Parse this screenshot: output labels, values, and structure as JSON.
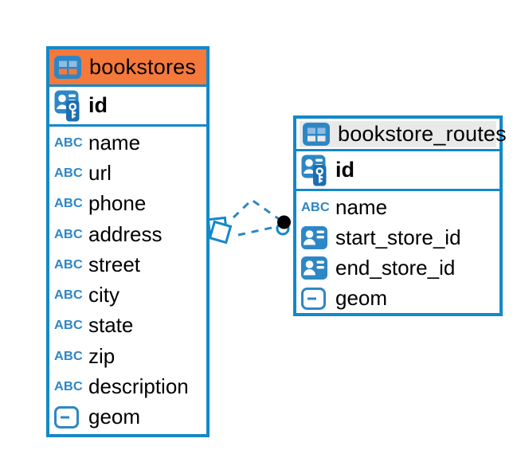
{
  "colors": {
    "table_border": "#1488C9",
    "bookstores_header_bg": "#F5793B",
    "routes_header_bg": "#E9E9EA",
    "icon_blue": "#2E87C5",
    "key_overlay_blue": "#1C6FB0",
    "icon_cell_light_blue": "#8FBCE2",
    "connector_blue": "#2E87C5",
    "text": "#000000"
  },
  "tables": [
    {
      "name": "bookstores",
      "icon": "table-icon",
      "primary_key": "id",
      "columns": [
        {
          "name": "name",
          "type": "text",
          "icon": "abc-text-icon"
        },
        {
          "name": "url",
          "type": "text",
          "icon": "abc-text-icon"
        },
        {
          "name": "phone",
          "type": "text",
          "icon": "abc-text-icon"
        },
        {
          "name": "address",
          "type": "text",
          "icon": "abc-text-icon"
        },
        {
          "name": "street",
          "type": "text",
          "icon": "abc-text-icon"
        },
        {
          "name": "city",
          "type": "text",
          "icon": "abc-text-icon"
        },
        {
          "name": "state",
          "type": "text",
          "icon": "abc-text-icon"
        },
        {
          "name": "zip",
          "type": "text",
          "icon": "abc-text-icon"
        },
        {
          "name": "description",
          "type": "text",
          "icon": "abc-text-icon"
        },
        {
          "name": "geom",
          "type": "geometry",
          "icon": "geometry-icon"
        }
      ]
    },
    {
      "name": "bookstore_routes",
      "icon": "table-icon",
      "primary_key": "id",
      "columns": [
        {
          "name": "name",
          "type": "text",
          "icon": "abc-text-icon"
        },
        {
          "name": "start_store_id",
          "type": "reference",
          "icon": "person-ref-icon"
        },
        {
          "name": "end_store_id",
          "type": "reference",
          "icon": "person-ref-icon"
        },
        {
          "name": "geom",
          "type": "geometry",
          "icon": "geometry-icon"
        }
      ]
    }
  ],
  "connector": {
    "style": "dashed",
    "from_marker": "diamond",
    "to_marker": "circle"
  }
}
